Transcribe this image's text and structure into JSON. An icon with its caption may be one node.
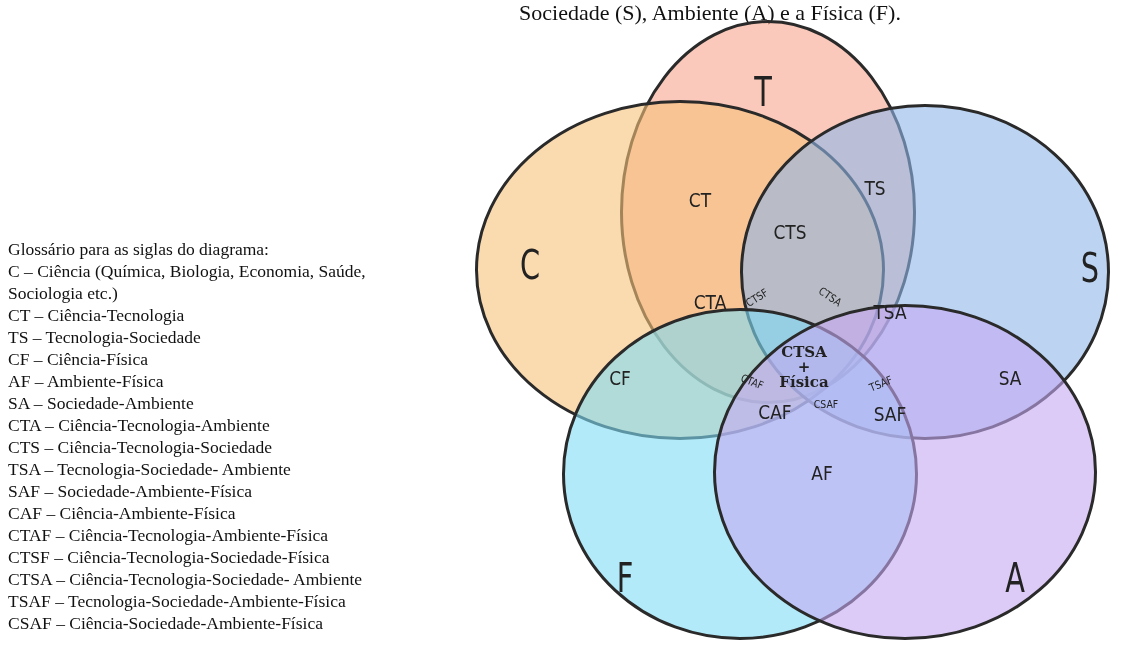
{
  "diagram": {
    "title": "Sociedade (S), Ambiente (A) e a Física (F).",
    "nodes": [
      {
        "text": [
          "T"
        ]
      },
      {
        "text": [
          "C"
        ]
      },
      {
        "text": [
          "S"
        ]
      },
      {
        "text": [
          "F"
        ]
      },
      {
        "text": [
          "A"
        ]
      }
    ],
    "labels": [
      "Glossário para as siglas do diagrama:",
      "C – Ciência (Química, Biologia, Economia, Saúde, Sociologia etc.)",
      "CT – Ciência-Tecnologia",
      "TS – Tecnologia-Sociedade",
      "CF – Ciência-Física",
      "AF – Ambiente-Física",
      "SA – Sociedade-Ambiente",
      "CTA – Ciência-Tecnologia-Ambiente",
      "CTS – Ciência-Tecnologia-Sociedade",
      "TSA – Tecnologia-Sociedade- Ambiente",
      "SAF – Sociedade-Ambiente-Física",
      "CAF – Ciência-Ambiente-Física",
      "CTAF – Ciência-Tecnologia-Ambiente-Física",
      "CTSF – Ciência-Tecnologia-Sociedade-Física",
      "CTSA – Ciência-Tecnologia-Sociedade- Ambiente",
      "TSAF – Tecnologia-Sociedade-Ambiente-Física",
      "CSAF – Ciência-Sociedade-Ambiente-Física",
      "CT",
      "TS",
      "CTS",
      "CTA",
      "CTSF",
      "CTSA",
      "TSA",
      "CF",
      "CTSA + Física",
      "CTAF",
      "TSAF",
      "SA",
      "CSAF",
      "CAF",
      "SAF",
      "AF"
    ]
  }
}
